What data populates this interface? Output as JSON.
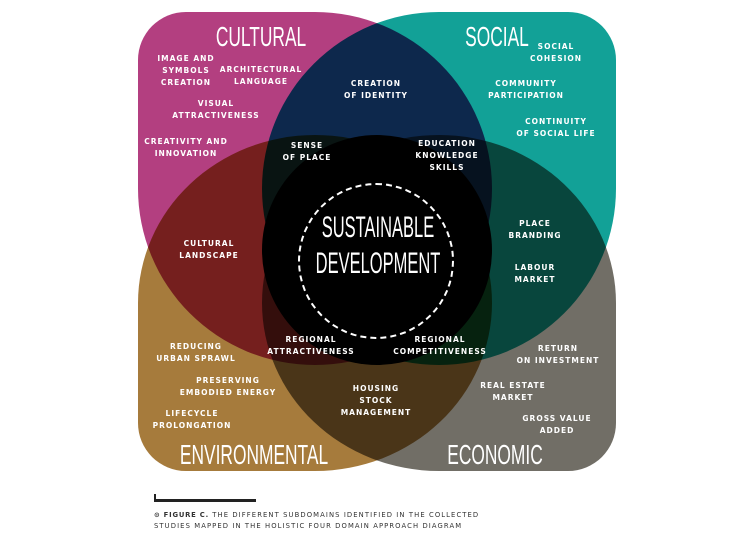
{
  "domains": {
    "cultural": "CULTURAL",
    "social": "SOCIAL",
    "environmental": "ENVIRONMENTAL",
    "economic": "ECONOMIC"
  },
  "center": {
    "line1": "SUSTAINABLE",
    "line2": "DEVELOPMENT"
  },
  "items": {
    "image_symbols": "IMAGE AND\nSYMBOLS\nCREATION",
    "architectural": "ARCHITECTURAL\nLANGUAGE",
    "visual": "VISUAL\nATTRACTIVENESS",
    "creativity": "CREATIVITY AND\nINNOVATION",
    "identity": "CREATION\nOF IDENTITY",
    "social_cohesion": "SOCIAL\nCOHESION",
    "community": "COMMUNITY\nPARTICIPATION",
    "continuity": "CONTINUITY\nOF SOCIAL LIFE",
    "sense_place": "SENSE\nOF PLACE",
    "education": "EDUCATION\nKNOWLEDGE\nSKILLS",
    "cultural_landscape": "CULTURAL\nLANDSCAPE",
    "place_branding": "PLACE\nBRANDING",
    "labour": "LABOUR\nMARKET",
    "reg_attr": "REGIONAL\nATTRACTIVENESS",
    "reg_comp": "REGIONAL\nCOMPETITIVENESS",
    "sprawl": "REDUCING\nURBAN SPRAWL",
    "embodied": "PRESERVING\nEMBODIED ENERGY",
    "lifecycle": "LIFECYCLE\nPROLONGATION",
    "housing": "HOUSING\nSTOCK\nMANAGEMENT",
    "return": "RETURN\nON INVESTMENT",
    "real_estate": "REAL ESTATE\nMARKET",
    "gross_value": "GROSS VALUE\nADDED"
  },
  "caption": {
    "label": "Figure C.",
    "text1": "The different subdomains identified in the collected",
    "text2": "studies mapped in the holistic four domain approach diagram"
  },
  "colors": {
    "cultural": "#b33f80",
    "social": "#12a197",
    "environmental": "#a67b3c",
    "economic": "#716e66"
  }
}
